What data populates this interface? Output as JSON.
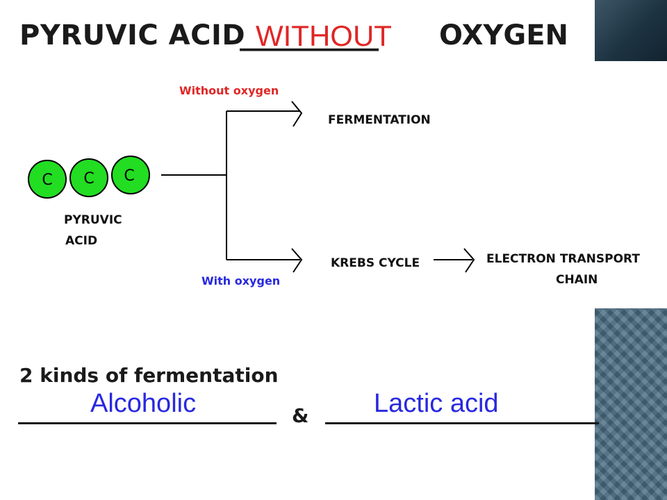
{
  "slide": {
    "title_left": "PYRUVIC ACID",
    "title_blank": "__________",
    "title_answer": "WITHOUT",
    "title_right": "OXYGEN",
    "subtitle": "2 kinds of fermentation",
    "ampersand": "&",
    "answer_left": "Alcoholic",
    "answer_right": "Lactic acid",
    "colors": {
      "answer_red": "#e02626",
      "answer_blue": "#2828e0",
      "carbon_green": "#22dd22"
    }
  },
  "diagram": {
    "carbons": [
      "C",
      "C",
      "C"
    ],
    "molecule_label_line1": "PYRUVIC",
    "molecule_label_line2": "ACID",
    "branch_top_label": "Without oxygen",
    "branch_bottom_label": "With oxygen",
    "top_result": "FERMENTATION",
    "bottom_result": "KREBS CYCLE",
    "final_line1": "ELECTRON TRANSPORT",
    "final_line2": "CHAIN"
  }
}
